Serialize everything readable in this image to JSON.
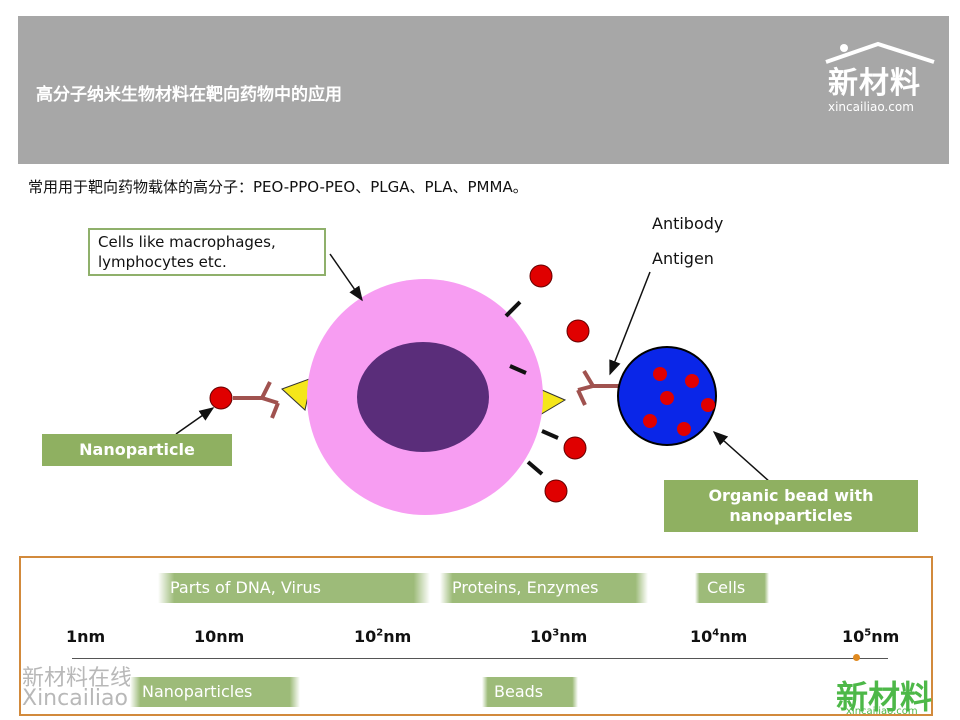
{
  "header": {
    "title": "高分子纳米生物材料在靶向药物中的应用",
    "logo_text": "新材料",
    "logo_url": "xincailiao.com"
  },
  "subtitle": "常用用于靶向药物载体的高分子：PEO-PPO-PEO、PLGA、PLA、PMMA。",
  "diagram": {
    "callout_cells": "Cells like macrophages, lymphocytes etc.",
    "label_antibody": "Antibody",
    "label_antigen": "Antigen",
    "label_nanoparticle": "Nanoparticle",
    "label_bead": "Organic bead with nanoparticles"
  },
  "scale": {
    "top_bars": [
      "Parts of DNA, Virus",
      "Proteins, Enzymes",
      "Cells"
    ],
    "bottom_bars": [
      "Nanoparticles",
      "Beads"
    ],
    "ticks": [
      {
        "base": "1nm",
        "sup": ""
      },
      {
        "base": "10nm",
        "sup": ""
      },
      {
        "base": "10",
        "sup": "2",
        "unit": "nm"
      },
      {
        "base": "10",
        "sup": "3",
        "unit": "nm"
      },
      {
        "base": "10",
        "sup": "4",
        "unit": "nm"
      },
      {
        "base": "10",
        "sup": "5",
        "unit": "nm"
      }
    ]
  },
  "watermark": {
    "cn": "新材料在线",
    "en": "Xincailiao"
  },
  "corner_logo": {
    "text": "新材料",
    "url": "xincailiao.com"
  },
  "colors": {
    "header_bg": "#a7a7a7",
    "cell": "#f79df2",
    "nucleus": "#5a2d7a",
    "bead": "#0a26e8",
    "nanoparticle": "#e00000",
    "antigen": "#f5e61a",
    "label_green": "#8fb061",
    "frame_orange": "#d28a3c"
  }
}
